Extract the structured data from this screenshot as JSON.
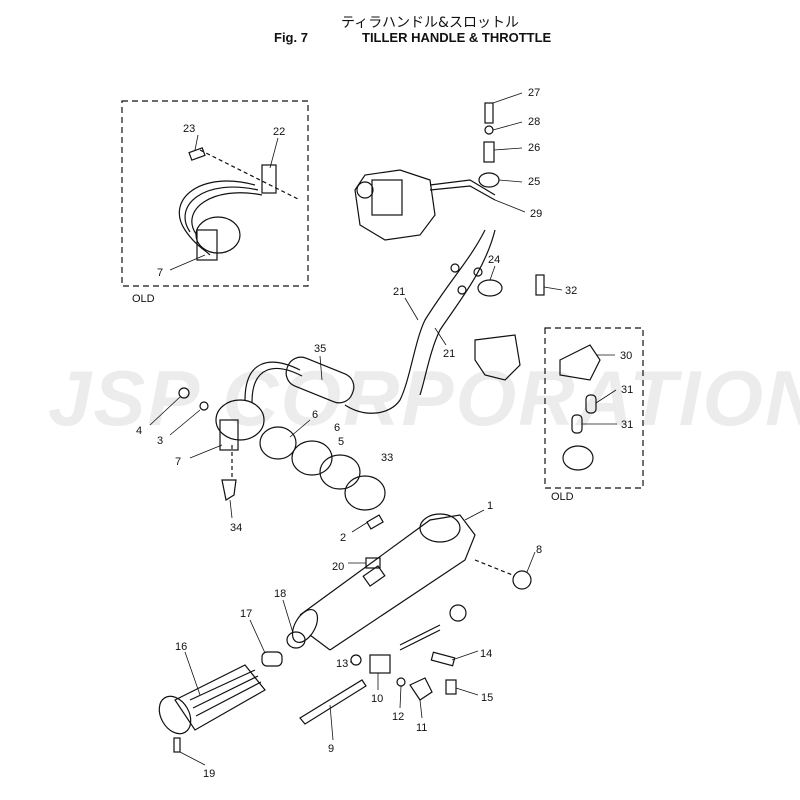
{
  "header": {
    "title_jp": "ティラハンドル&スロットル",
    "fig_number": "Fig. 7",
    "title": "TILLER HANDLE & THROTTLE"
  },
  "watermark": "JSP CORPORATION",
  "old_box_labels": [
    "OLD",
    "OLD"
  ],
  "callouts": [
    "27",
    "28",
    "26",
    "25",
    "29",
    "23",
    "22",
    "7",
    "24",
    "32",
    "21",
    "21",
    "35",
    "30",
    "31",
    "31",
    "4",
    "3",
    "7",
    "6",
    "6",
    "5",
    "33",
    "34",
    "1",
    "2",
    "8",
    "20",
    "18",
    "17",
    "16",
    "14",
    "13",
    "15",
    "10",
    "12",
    "9",
    "11",
    "19"
  ]
}
